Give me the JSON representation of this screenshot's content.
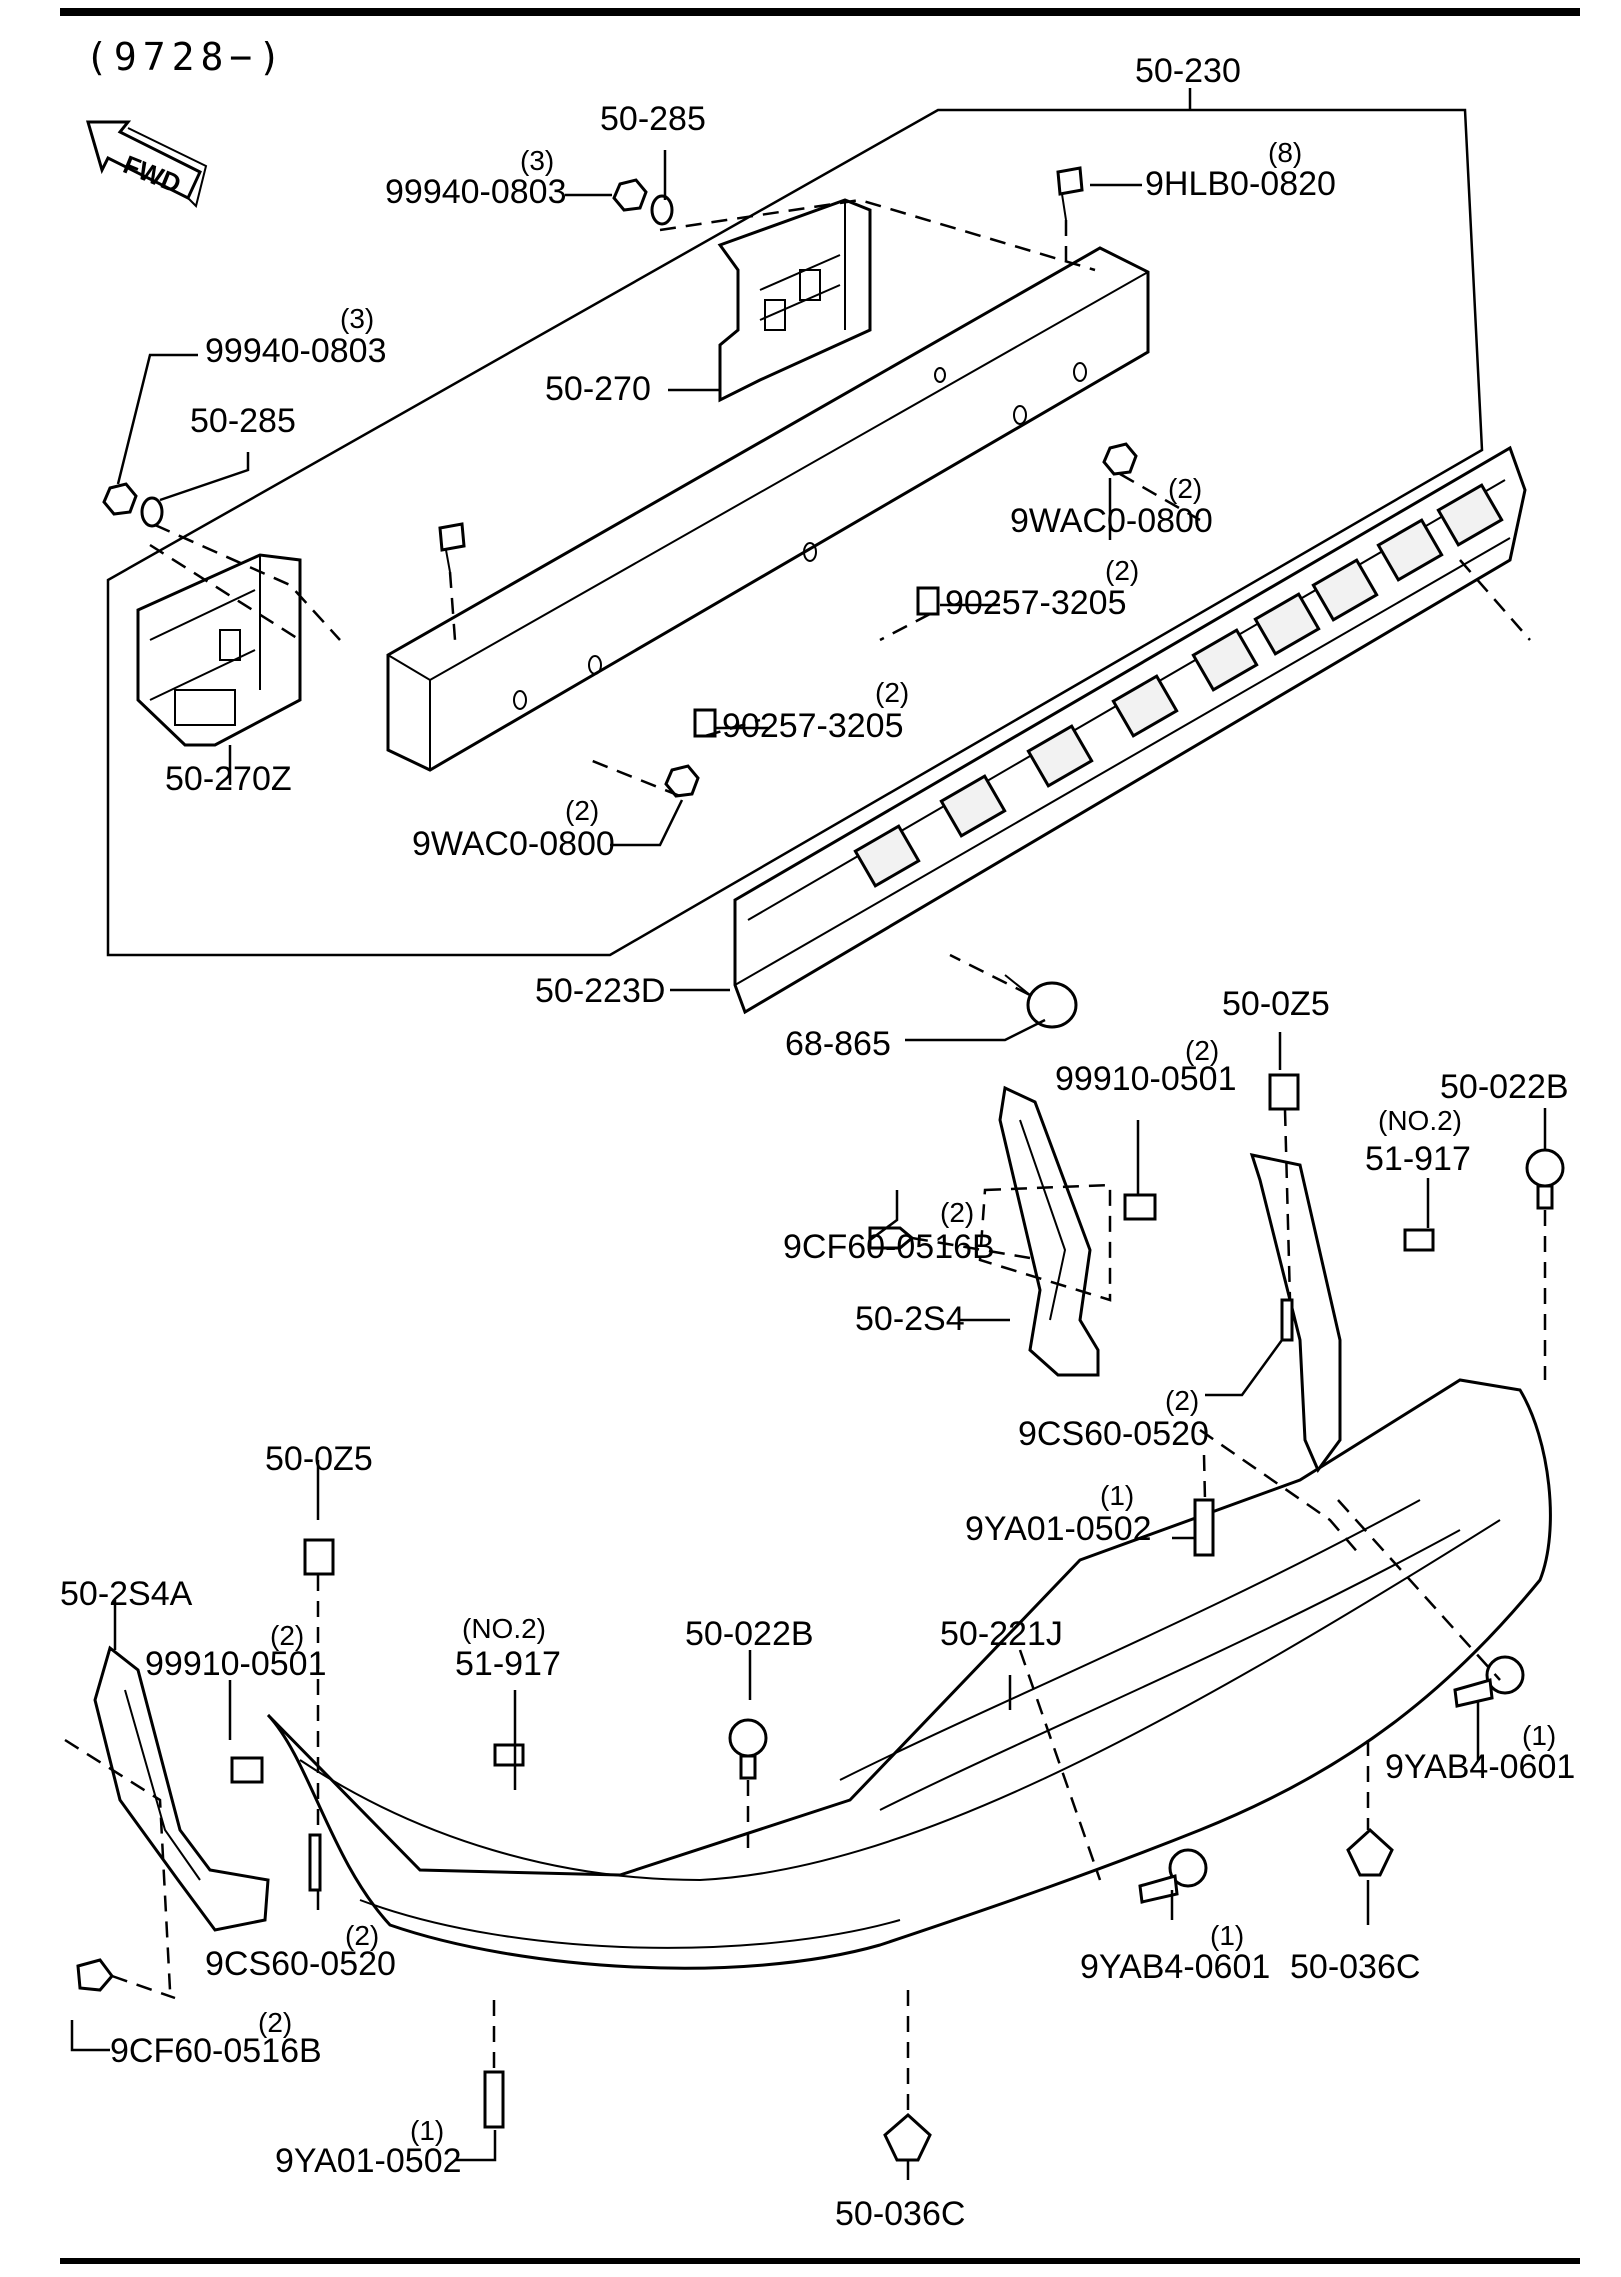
{
  "header": {
    "code": "(9728−)"
  },
  "fwd_marker": {
    "text": "FWD",
    "icon": "fwd-arrow-icon"
  },
  "parts": {
    "p50_230": {
      "number": "50-230",
      "qty": ""
    },
    "p50_285_top": {
      "number": "50-285",
      "qty": ""
    },
    "p99940_top": {
      "number": "99940-0803",
      "qty": "(3)"
    },
    "p9HLB0": {
      "number": "9HLB0-0820",
      "qty": "(8)"
    },
    "p99940_left": {
      "number": "99940-0803",
      "qty": "(3)"
    },
    "p50_285_left": {
      "number": "50-285",
      "qty": ""
    },
    "p50_270": {
      "number": "50-270",
      "qty": ""
    },
    "p9WAC0_right": {
      "number": "9WAC0-0800",
      "qty": "(2)"
    },
    "p90257_upper": {
      "number": "90257-3205",
      "qty": "(2)"
    },
    "p90257_lower": {
      "number": "90257-3205",
      "qty": "(2)"
    },
    "p50_270Z": {
      "number": "50-270Z",
      "qty": ""
    },
    "p9WAC0_left": {
      "number": "9WAC0-0800",
      "qty": "(2)"
    },
    "p50_223D": {
      "number": "50-223D",
      "qty": ""
    },
    "p68_865": {
      "number": "68-865",
      "qty": ""
    },
    "p50_0Z5_right": {
      "number": "50-0Z5",
      "qty": ""
    },
    "p99910_right": {
      "number": "99910-0501",
      "qty": "(2)"
    },
    "p50_022B_right": {
      "number": "50-022B",
      "qty": ""
    },
    "p51_917_right": {
      "number": "51-917",
      "qty": "(NO.2)"
    },
    "p9CF60_right": {
      "number": "9CF60-0516B",
      "qty": "(2)"
    },
    "p50_2S4": {
      "number": "50-2S4",
      "qty": ""
    },
    "p9CS60_right": {
      "number": "9CS60-0520",
      "qty": "(2)"
    },
    "p9YA01_right": {
      "number": "9YA01-0502",
      "qty": "(1)"
    },
    "p50_0Z5_left": {
      "number": "50-0Z5",
      "qty": ""
    },
    "p50_2S4A": {
      "number": "50-2S4A",
      "qty": ""
    },
    "p99910_left": {
      "number": "99910-0501",
      "qty": "(2)"
    },
    "p51_917_left": {
      "number": "51-917",
      "qty": "(NO.2)"
    },
    "p50_022B_left": {
      "number": "50-022B",
      "qty": ""
    },
    "p50_221J": {
      "number": "50-221J",
      "qty": ""
    },
    "p9YAB4_right": {
      "number": "9YAB4-0601",
      "qty": "(1)"
    },
    "p9YAB4_mid": {
      "number": "9YAB4-0601",
      "qty": "(1)"
    },
    "p50_036C_right": {
      "number": "50-036C",
      "qty": ""
    },
    "p9CS60_left": {
      "number": "9CS60-0520",
      "qty": "(2)"
    },
    "p9CF60_left": {
      "number": "9CF60-0516B",
      "qty": "(2)"
    },
    "p9YA01_left": {
      "number": "9YA01-0502",
      "qty": "(1)"
    },
    "p50_036C_bottom": {
      "number": "50-036C",
      "qty": ""
    }
  }
}
